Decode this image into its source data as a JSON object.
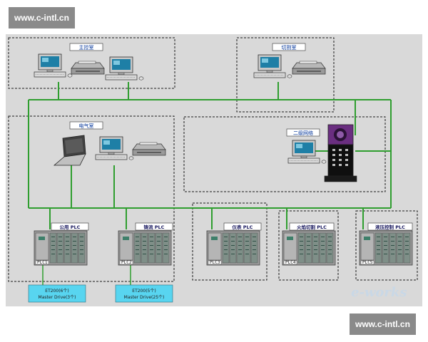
{
  "watermarks": {
    "top": "www.c-intl.cn",
    "bottom": "www.c-intl.cn"
  },
  "rooms": {
    "main_control": "主控室",
    "cutting": "切割室",
    "electrical": "电气室",
    "secondary_remote": "二级网络"
  },
  "plcs": [
    {
      "title": "公用 PLC",
      "id": "PLC1"
    },
    {
      "title": "铸流 PLC",
      "id": "PLC2"
    },
    {
      "title": "仪表 PLC",
      "id": "PLC3"
    },
    {
      "title": "火焰切割 PLC",
      "id": "PLC4"
    },
    {
      "title": "液压控制 PLC",
      "id": "PLC5"
    }
  ],
  "et_boxes": [
    {
      "line1": "ET200(6个)",
      "line2": "Master Drive(3个)"
    },
    {
      "line1": "ET200(5个)",
      "line2": "Master Drive(25个)"
    }
  ],
  "brand_logo": "e-works",
  "colors": {
    "bus": "#2f9e2f",
    "background": "#d9d9d9",
    "label_box": "#ffffff",
    "accent": "#58d5f0"
  }
}
